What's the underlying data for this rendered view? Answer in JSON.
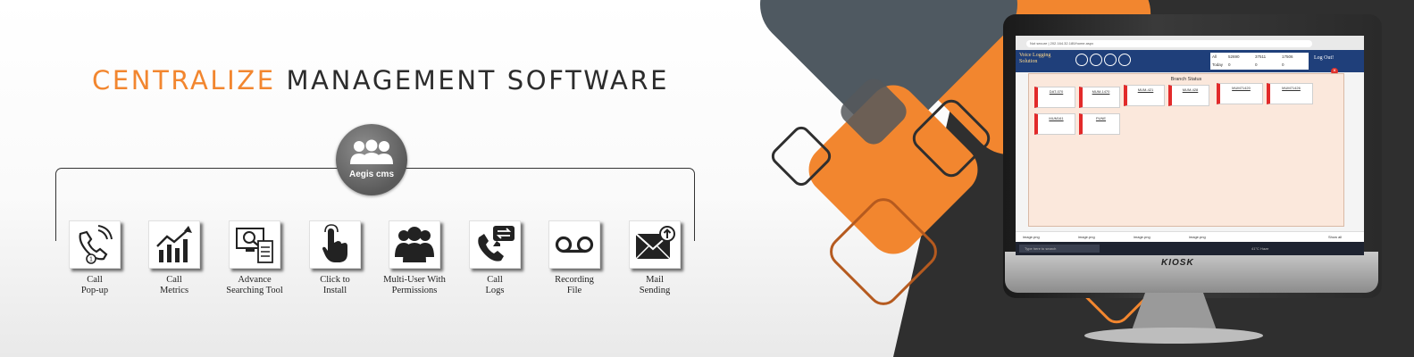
{
  "headline": {
    "accent": "CENTRALIZE",
    "main": "MANAGEMENT SOFTWARE"
  },
  "hub": {
    "label": "Aegis cms",
    "icon": "users-group-icon"
  },
  "features": [
    {
      "icon": "call-popup-icon",
      "line1": "Call",
      "line2": "Pop-up"
    },
    {
      "icon": "bar-chart-icon",
      "line1": "Call",
      "line2": "Metrics"
    },
    {
      "icon": "search-document-icon",
      "line1": "Advance",
      "line2": "Searching Tool"
    },
    {
      "icon": "hand-pointer-icon",
      "line1": "Click to",
      "line2": "Install"
    },
    {
      "icon": "multi-user-icon",
      "line1": "Multi-User With",
      "line2": "Permissions"
    },
    {
      "icon": "phone-log-icon",
      "line1": "Call",
      "line2": "Logs"
    },
    {
      "icon": "voicemail-icon",
      "line1": "Recording",
      "line2": "File"
    },
    {
      "icon": "mail-upload-icon",
      "line1": "Mail",
      "line2": "Sending"
    }
  ],
  "monitor": {
    "brand": "KIOSK",
    "screen": {
      "url": "Not secure | 202.164.32.180/home.aspx",
      "app_title_1": "Voice Logging",
      "app_title_2": "Solution",
      "stats": {
        "all_label": "All",
        "all_a": "52690",
        "all_b": "37511",
        "all_c": "17506",
        "today_label": "Today",
        "today_a": "0",
        "today_b": "0",
        "today_c": "0"
      },
      "logout": "Log Out!",
      "panel_title": "Branch Status",
      "branches": [
        "DAT-070",
        "MUM-1470",
        "MUM-421",
        "MUM-428",
        "MUM71420",
        "MUM71426",
        "MUM161",
        "PUNE"
      ],
      "downloads": [
        "image.png",
        "image.png",
        "image.png",
        "image.png"
      ],
      "show_all": "Show all",
      "taskbar_search": "Type here to search",
      "weather": "41°C Haze"
    }
  },
  "colors": {
    "accent_orange": "#f2862f",
    "slate": "#4f5961",
    "dark_bg": "#2e2e2e",
    "app_blue": "#1f3f7a"
  }
}
